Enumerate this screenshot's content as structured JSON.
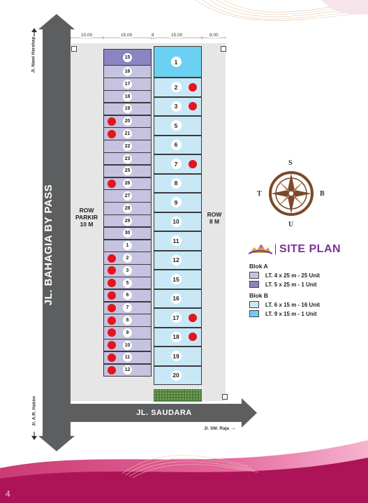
{
  "roads": {
    "main_vertical": "JL. BAHAGIA BY PASS",
    "bottom": "JL. SAUDARA",
    "top_left": "Jl. Nawi Harahap",
    "bottom_left": "Jl. A.R. Hakim",
    "bottom_right": "Jl. SM. Raja"
  },
  "dimensions": [
    "10.00",
    "15.00",
    "8",
    "15.00",
    "8.00"
  ],
  "row_labels": {
    "left": "ROW PARKIR 10 M",
    "left_line1": "ROW",
    "left_line2": "PARKIR",
    "left_line3": "10 M",
    "right_line1": "ROW",
    "right_line2": "8 M"
  },
  "blok_a_lots": [
    {
      "no": "15",
      "big": true,
      "sold": false
    },
    {
      "no": "16",
      "big": false,
      "sold": false
    },
    {
      "no": "17",
      "big": false,
      "sold": false
    },
    {
      "no": "18",
      "big": false,
      "sold": false
    },
    {
      "no": "19",
      "big": false,
      "sold": false
    },
    {
      "no": "20",
      "big": false,
      "sold": true
    },
    {
      "no": "21",
      "big": false,
      "sold": true
    },
    {
      "no": "22",
      "big": false,
      "sold": false
    },
    {
      "no": "23",
      "big": false,
      "sold": false
    },
    {
      "no": "25",
      "big": false,
      "sold": false
    },
    {
      "no": "26",
      "big": false,
      "sold": true
    },
    {
      "no": "27",
      "big": false,
      "sold": false
    },
    {
      "no": "28",
      "big": false,
      "sold": false
    },
    {
      "no": "29",
      "big": false,
      "sold": false
    },
    {
      "no": "30",
      "big": false,
      "sold": false
    },
    {
      "no": "1",
      "big": false,
      "sold": false
    },
    {
      "no": "2",
      "big": false,
      "sold": true
    },
    {
      "no": "3",
      "big": false,
      "sold": true
    },
    {
      "no": "5",
      "big": false,
      "sold": true
    },
    {
      "no": "6",
      "big": false,
      "sold": true
    },
    {
      "no": "7",
      "big": false,
      "sold": true
    },
    {
      "no": "8",
      "big": false,
      "sold": true
    },
    {
      "no": "9",
      "big": false,
      "sold": true
    },
    {
      "no": "10",
      "big": false,
      "sold": true
    },
    {
      "no": "11",
      "big": false,
      "sold": true
    },
    {
      "no": "12",
      "big": false,
      "sold": true
    }
  ],
  "blok_b_lots": [
    {
      "no": "1",
      "big": true,
      "sold": false
    },
    {
      "no": "2",
      "big": false,
      "sold": true
    },
    {
      "no": "3",
      "big": false,
      "sold": true
    },
    {
      "no": "5",
      "big": false,
      "sold": false
    },
    {
      "no": "6",
      "big": false,
      "sold": false
    },
    {
      "no": "7",
      "big": false,
      "sold": true
    },
    {
      "no": "8",
      "big": false,
      "sold": false
    },
    {
      "no": "9",
      "big": false,
      "sold": false
    },
    {
      "no": "10",
      "big": false,
      "sold": false
    },
    {
      "no": "11",
      "big": false,
      "sold": false
    },
    {
      "no": "12",
      "big": false,
      "sold": false
    },
    {
      "no": "15",
      "big": false,
      "sold": false
    },
    {
      "no": "16",
      "big": false,
      "sold": false
    },
    {
      "no": "17",
      "big": false,
      "sold": true
    },
    {
      "no": "18",
      "big": false,
      "sold": true
    },
    {
      "no": "19",
      "big": false,
      "sold": false
    },
    {
      "no": "20",
      "big": false,
      "sold": false
    }
  ],
  "compass": {
    "top": "S",
    "left": "T",
    "right": "B",
    "bottom": "U"
  },
  "legend": {
    "title": "SITE PLAN",
    "blok_a": "Blok A",
    "blok_a_items": [
      "LT. 4 x 25 m - 25 Unit",
      "LT. 5 x 25 m -  1 Unit"
    ],
    "blok_b": "Blok B",
    "blok_b_items": [
      "LT. 6 x 15 m - 16 Unit",
      "LT. 9 x 15 m -  1 Unit"
    ]
  },
  "colors": {
    "lot_a": "#c5c3e0",
    "lot_a_big": "#8a85c0",
    "lot_b": "#c9e8f6",
    "lot_b_big": "#6bd0f2",
    "sold_marker": "#e3151f",
    "road": "#5d5e60",
    "accent": "#7b3294"
  },
  "page_number": "4"
}
